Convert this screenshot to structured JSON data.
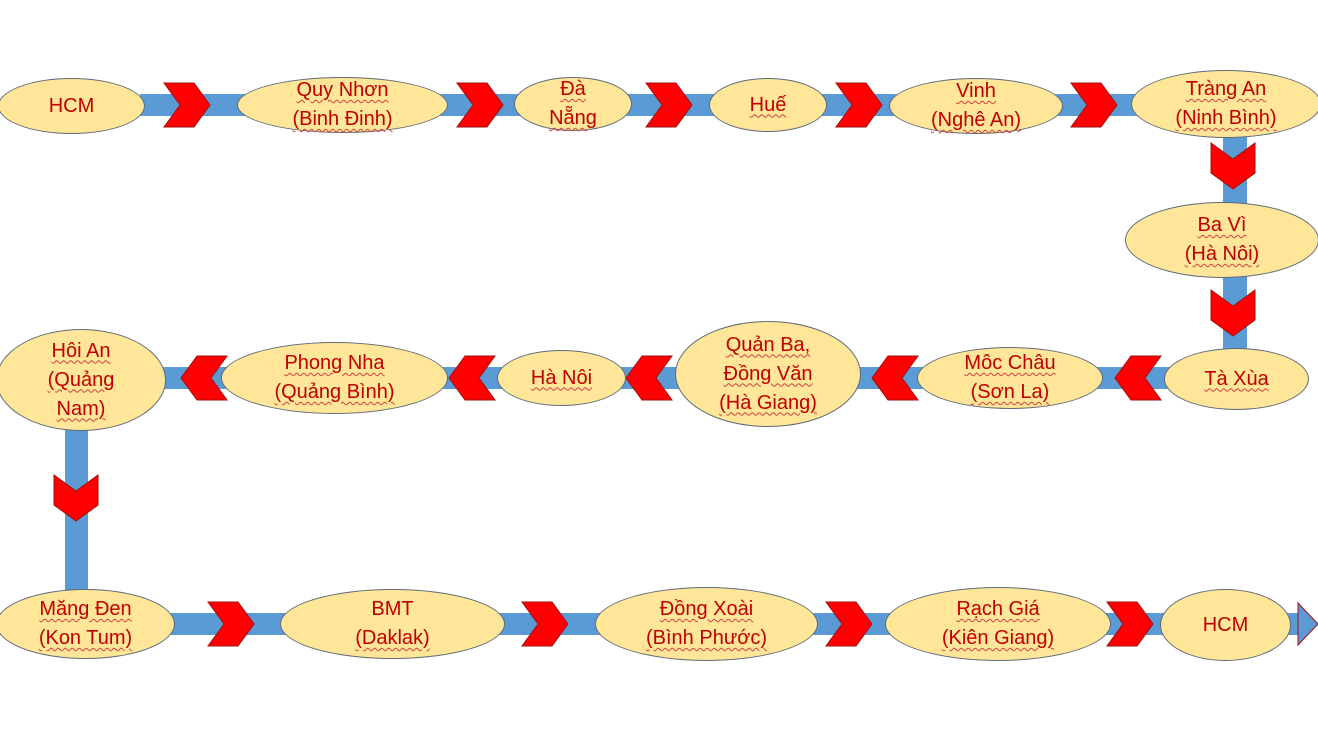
{
  "title": "Travel route diagram",
  "colors": {
    "node_fill": "#ffe699",
    "text": "#c00000",
    "connector": "#5b9bd5",
    "chevron": "#ff0000"
  },
  "nodes": [
    {
      "id": "hcm-start",
      "lines": [
        "HCM"
      ]
    },
    {
      "id": "quy-nhon",
      "lines": [
        "Quy Nhơn",
        "(Binh Đinh)"
      ]
    },
    {
      "id": "da-nang",
      "lines": [
        "Đà",
        "Nẵng"
      ]
    },
    {
      "id": "hue",
      "lines": [
        "Huế"
      ]
    },
    {
      "id": "vinh",
      "lines": [
        "Vinh",
        "(Nghê An)"
      ]
    },
    {
      "id": "trang-an",
      "lines": [
        "Tràng An",
        "(Ninh Bình)"
      ]
    },
    {
      "id": "ba-vi",
      "lines": [
        "Ba Vì",
        "(Hà Nôi)"
      ]
    },
    {
      "id": "ta-xua",
      "lines": [
        "Tà Xùa"
      ]
    },
    {
      "id": "moc-chau",
      "lines": [
        "Môc Châu",
        "(Sơn La)"
      ]
    },
    {
      "id": "quan-ba",
      "lines": [
        "Quản Ba,",
        "Đồng Văn",
        "(Hà Giang)"
      ]
    },
    {
      "id": "ha-noi",
      "lines": [
        "Hà Nôi"
      ]
    },
    {
      "id": "phong-nha",
      "lines": [
        "Phong Nha",
        "(Quảng Bình)"
      ]
    },
    {
      "id": "hoi-an",
      "lines": [
        "Hôi An",
        "(Quảng",
        "Nam)"
      ]
    },
    {
      "id": "mang-den",
      "lines": [
        "Măng Đen",
        "(Kon Tum)"
      ]
    },
    {
      "id": "bmt",
      "lines": [
        "BMT",
        "(Daklak)"
      ]
    },
    {
      "id": "dong-xoai",
      "lines": [
        "Đồng Xoài",
        "(Bình Phước)"
      ]
    },
    {
      "id": "rach-gia",
      "lines": [
        "Rạch Giá",
        "(Kiên Giang)"
      ]
    },
    {
      "id": "hcm-end",
      "lines": [
        "HCM"
      ]
    }
  ]
}
